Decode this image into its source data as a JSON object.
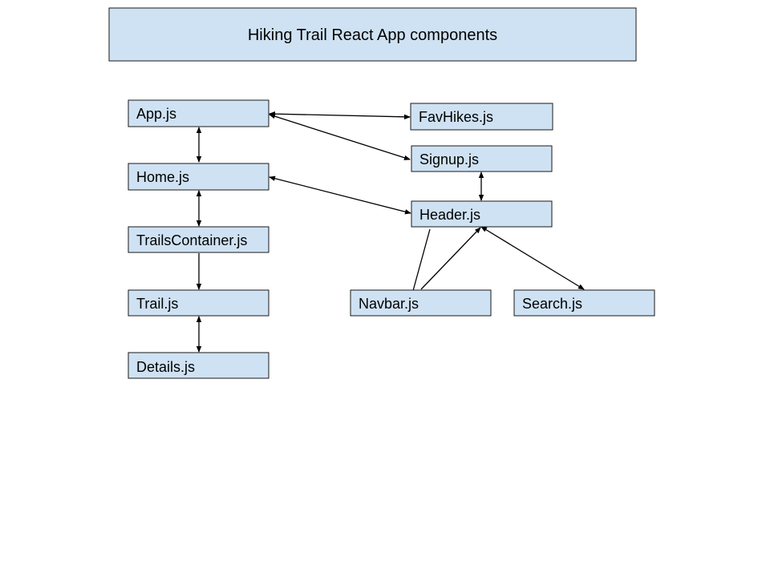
{
  "diagram": {
    "title": "Hiking Trail React App components",
    "colors": {
      "node_fill": "#cfe2f3",
      "node_stroke": "#1a1a1a",
      "edge": "#000000"
    },
    "nodes": {
      "app": "App.js",
      "home": "Home.js",
      "trails_container": "TrailsContainer.js",
      "trail": "Trail.js",
      "details": "Details.js",
      "fav_hikes": "FavHikes.js",
      "signup": "Signup.js",
      "header": "Header.js",
      "navbar": "Navbar.js",
      "search": "Search.js"
    },
    "edges": [
      {
        "from": "app",
        "to": "home",
        "direction": "both"
      },
      {
        "from": "home",
        "to": "trails_container",
        "direction": "both"
      },
      {
        "from": "trails_container",
        "to": "trail",
        "direction": "forward"
      },
      {
        "from": "trail",
        "to": "details",
        "direction": "both"
      },
      {
        "from": "app",
        "to": "fav_hikes",
        "direction": "both"
      },
      {
        "from": "app",
        "to": "signup",
        "direction": "both"
      },
      {
        "from": "home",
        "to": "header",
        "direction": "both"
      },
      {
        "from": "signup",
        "to": "header",
        "direction": "both"
      },
      {
        "from": "header",
        "to": "navbar",
        "direction": "forward"
      },
      {
        "from": "navbar",
        "to": "header",
        "direction": "forward"
      },
      {
        "from": "header",
        "to": "search",
        "direction": "both"
      }
    ]
  }
}
